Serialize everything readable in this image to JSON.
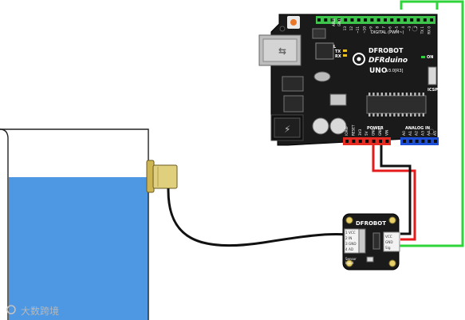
{
  "colors": {
    "board": "#1a1a1a",
    "header_green": "#3ec44a",
    "header_red": "#e52b22",
    "header_blue": "#1d4fd6",
    "water": "#4d97e3",
    "wire_green": "#2fd33a",
    "wire_red": "#e61b1b",
    "wire_black": "#111111",
    "probe_gold": "#d8c46a"
  },
  "arduino": {
    "brand": "DFROBOT",
    "model": "DFRduino",
    "uno": "UNO",
    "version": "v3.0[R3]",
    "aref": "AREF",
    "gnd_top": "GND",
    "digital_label": "DIGITAL (PWM~)",
    "digital_pins": [
      "13",
      "12",
      "~11",
      "~10",
      "~9",
      "8",
      "7",
      "~6",
      "~5",
      "4",
      "~3",
      "2",
      "TX 1",
      "RX 0"
    ],
    "led_l": "L",
    "led_tx": "TX",
    "led_rx": "RX",
    "led_on": "ON",
    "icsp": "ICSP",
    "power_label": "POWER",
    "power_pins": [
      "IOREF",
      "RESET",
      "3V3",
      "5V",
      "GND",
      "GND",
      "VIN"
    ],
    "analog_label": "ANALOG IN",
    "analog_pins": [
      "A0",
      "A1",
      "A2",
      "A3",
      "A4",
      "A5"
    ]
  },
  "sensor_board": {
    "brand": "DFROBOT",
    "left_pins": [
      "1 VCC",
      "2 IN",
      "3 GND",
      "4 AD"
    ],
    "right_pins": [
      "VCC",
      "GND",
      "Sig"
    ],
    "caption": "Sensor Input"
  },
  "watermark": {
    "text": "大数跨境"
  }
}
